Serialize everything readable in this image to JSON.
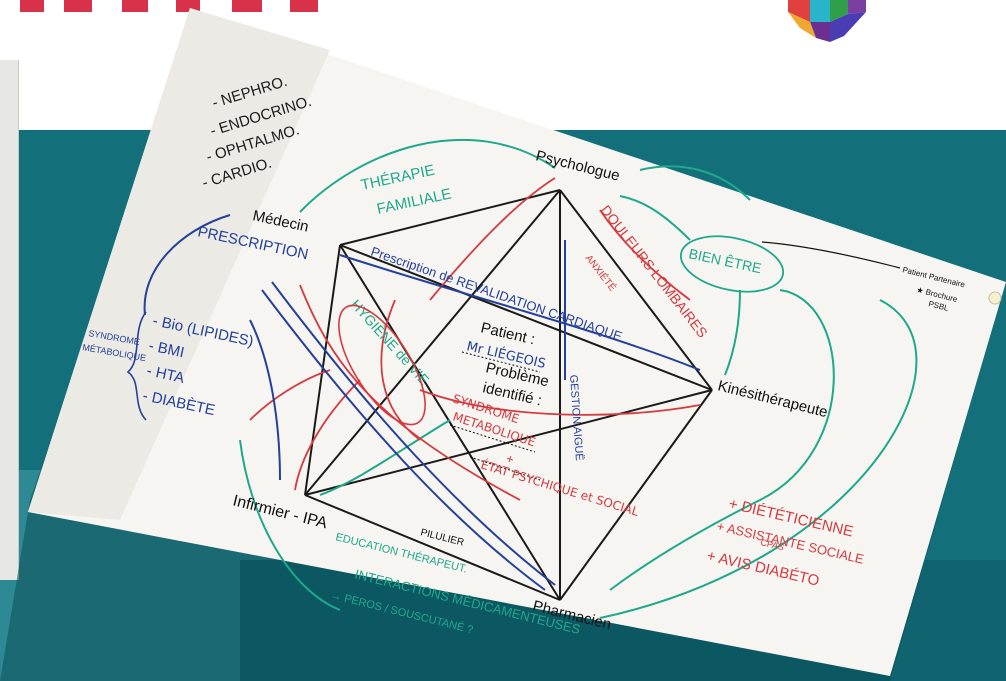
{
  "poster": {
    "specialists": {
      "l1": "- NEPHRO.",
      "l2": "- ENDOCRINO.",
      "l3": "- OPHTALMO.",
      "l4": "- CARDIO."
    },
    "nodes": {
      "medecin": "Médecin",
      "psychologue": "Psychologue",
      "kinesitherapeute": "Kinésithérapeute",
      "infirmier": "Infirmier - IPA",
      "pharmacien": "Pharmacien"
    },
    "center": {
      "patient_label": "Patient :",
      "patient_name": "Mr LIÉGEOIS",
      "probleme_1": "Problème",
      "probleme_2": "identifié :",
      "syndrome_1": "SYNDROME",
      "syndrome_2": "METABOLIQUE",
      "plus": "+",
      "etat": "ÉTAT PSYCHIQUE et SOCIAL"
    },
    "annotations": {
      "therapie_1": "THÉRAPIE",
      "therapie_2": "FAMILIALE",
      "prescription": "PRESCRIPTION",
      "revalidation": "Prescription de REVALIDATION CARDIAQUE",
      "hygiene": "HYGIÈNE de VIE",
      "douleurs": "DOULEURS LOMBAIRES",
      "anxiete": "ANXIÉTÉ",
      "bien_etre": "BIEN ÊTRE",
      "gestion": "GESTION AIGUË",
      "pilulier": "PILULIER",
      "education": "EDUCATION THÉRAPEUT.",
      "interactions": "INTERACTIONS MÉDICAMENTEUSES",
      "peros": "→ PEROS / SOUSCUTANÉ ?",
      "metabolique_label_1": "SYNDROME",
      "metabolique_label_2": "MÉTABOLIQUE",
      "bio": "- Bio (LIPIDES)",
      "bmi": "- BMI",
      "hta": "- HTA",
      "diabete": "- DIABÈTE",
      "dieteticienne": "+ DIÉTÉTICIENNE",
      "assistante_1": "+ ASSISTANTE SOCIALE",
      "assistante_2": "CPAS",
      "avis": "+ AVIS DIABÉTO",
      "note_1": "Patient Partenaire",
      "note_2": "★ Brochure",
      "note_3": "PSBL"
    }
  },
  "colors": {
    "teal": "#136f79",
    "red": "#d43a3f",
    "green": "#1fa88b",
    "blue": "#24409a",
    "black": "#1a1a1a"
  }
}
